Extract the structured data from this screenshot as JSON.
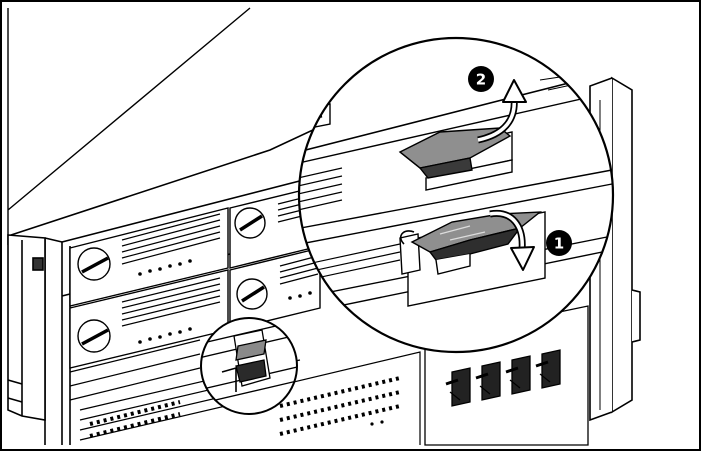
{
  "steps": [
    {
      "number": "1",
      "action": "pull-lever-down"
    },
    {
      "number": "2",
      "action": "lift-handle-up"
    }
  ],
  "colors": {
    "line": "#000000",
    "background": "#ffffff",
    "highlight": "#909090",
    "shadow": "#2a2a2a",
    "marker": "#000000"
  }
}
